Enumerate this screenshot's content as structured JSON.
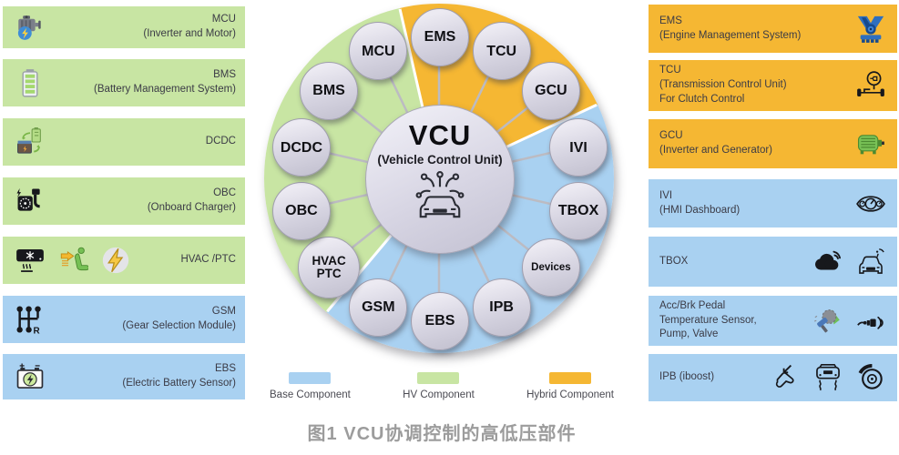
{
  "figure": {
    "caption": "图1  VCU协调控制的高低压部件"
  },
  "colors": {
    "base": "#a9d1f1",
    "hv": "#c8e5a3",
    "hybrid": "#f5b733"
  },
  "hub": {
    "title": "VCU",
    "subtitle": "(Vehicle Control Unit)",
    "icon": "connected-car-icon"
  },
  "sectors": [
    {
      "name": "Hybrid Component",
      "color_key": "hybrid",
      "start_deg": -13,
      "end_deg": 65
    },
    {
      "name": "Base Component",
      "color_key": "base",
      "start_deg": 65,
      "end_deg": 220
    },
    {
      "name": "HV Component",
      "color_key": "hv",
      "start_deg": 220,
      "end_deg": 347
    }
  ],
  "satellites": [
    {
      "label": "EMS",
      "angle_deg": 0
    },
    {
      "label": "TCU",
      "angle_deg": 25.7
    },
    {
      "label": "GCU",
      "angle_deg": 51.4
    },
    {
      "label": "IVI",
      "angle_deg": 77.1
    },
    {
      "label": "TBOX",
      "angle_deg": 102.9
    },
    {
      "label": "Devices",
      "angle_deg": 128.6,
      "small": true
    },
    {
      "label": "IPB",
      "angle_deg": 154.3
    },
    {
      "label": "EBS",
      "angle_deg": 180
    },
    {
      "label": "GSM",
      "angle_deg": 205.7
    },
    {
      "label": "HVAC PTC",
      "lines": [
        "HVAC",
        "PTC"
      ],
      "angle_deg": 231.4
    },
    {
      "label": "OBC",
      "angle_deg": 257.1
    },
    {
      "label": "DCDC",
      "angle_deg": 282.9
    },
    {
      "label": "BMS",
      "angle_deg": 308.6
    },
    {
      "label": "MCU",
      "angle_deg": 334.3
    }
  ],
  "left_panel": {
    "items": [
      {
        "name": "MCU",
        "desc": [
          "(Inverter and Motor)"
        ],
        "tone": "hv",
        "icons": [
          "motor-icon"
        ]
      },
      {
        "name": "BMS",
        "desc": [
          "(Battery Management System)"
        ],
        "tone": "hv",
        "icons": [
          "battery-icon"
        ]
      },
      {
        "name": "DCDC",
        "desc": [],
        "tone": "hv",
        "icons": [
          "dcdc-converter-icon"
        ]
      },
      {
        "name": "OBC",
        "desc": [
          "(Onboard Charger)"
        ],
        "tone": "hv",
        "icons": [
          "charger-plug-icon"
        ]
      },
      {
        "name": "HVAC /PTC",
        "desc": [],
        "tone": "hv",
        "icons": [
          "ac-unit-icon",
          "heated-seat-icon",
          "lightning-icon"
        ]
      },
      {
        "name": "GSM",
        "desc": [
          "(Gear Selection Module)"
        ],
        "tone": "base",
        "icons": [
          "gear-shifter-icon"
        ]
      },
      {
        "name": "EBS",
        "desc": [
          "(Electric Battery Sensor)"
        ],
        "tone": "base",
        "icons": [
          "car-battery-icon"
        ]
      }
    ]
  },
  "right_panel": {
    "items": [
      {
        "name": "EMS",
        "desc": [
          "(Engine Management System)"
        ],
        "tone": "hybrid",
        "icons": [
          "engine-icon"
        ]
      },
      {
        "name": "TCU",
        "desc": [
          "(Transmission Control Unit)",
          "For Clutch Control"
        ],
        "tone": "hybrid",
        "icons": [
          "transmission-icon"
        ]
      },
      {
        "name": "GCU",
        "desc": [
          "(Inverter and Generator)"
        ],
        "tone": "hybrid",
        "icons": [
          "generator-icon"
        ]
      },
      {
        "name": "IVI",
        "desc": [
          "(HMI Dashboard)"
        ],
        "tone": "base",
        "icons": [
          "dashboard-icon"
        ]
      },
      {
        "name": "TBOX",
        "desc": [],
        "tone": "base",
        "icons": [
          "cloud-signal-icon",
          "connected-car-front-icon"
        ]
      },
      {
        "name": "Acc/Brk Pedal",
        "desc": [
          "Temperature Sensor,",
          "Pump, Valve"
        ],
        "tone": "base",
        "icons": [
          "pedal-sensor-icon",
          "valve-signal-icon"
        ]
      },
      {
        "name": "IPB (iboost)",
        "desc": [],
        "tone": "base",
        "icons": [
          "brake-pedal-icon",
          "car-skid-icon",
          "brake-disc-icon"
        ]
      }
    ]
  },
  "legend": [
    {
      "label": "Base Component",
      "color_key": "base"
    },
    {
      "label": "HV Component",
      "color_key": "hv"
    },
    {
      "label": "Hybrid Component",
      "color_key": "hybrid"
    }
  ]
}
